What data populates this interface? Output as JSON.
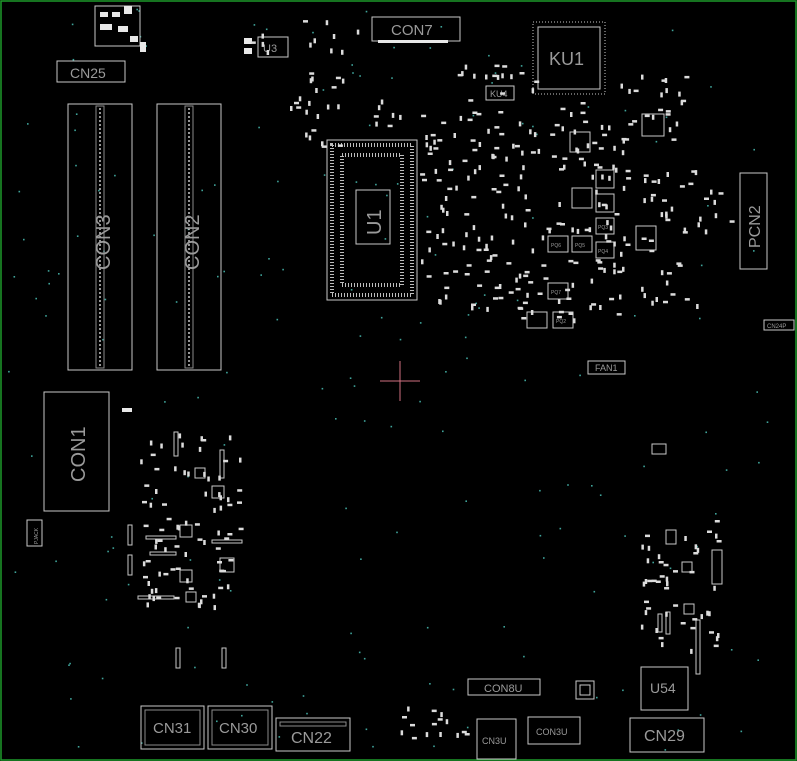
{
  "board": {
    "border_color": "#1e9a2a",
    "outline_color": "#c8c8c8",
    "label_color": "#9a9a9a",
    "via_color": "#3fa39a",
    "cursor_color": "#d07080"
  },
  "components": {
    "cn25": "CN25",
    "con7": "CON7",
    "u3": "U3",
    "ku1": "KU1",
    "ku4": "KU4",
    "con3": "CON3",
    "con2": "CON2",
    "u1": "U1",
    "pcn2": "PCN2",
    "cn24p": "CN24P",
    "fan1": "FAN1",
    "con1": "CON1",
    "pjack": "PJACK",
    "u54": "U54",
    "cn31": "CN31",
    "cn30": "CN30",
    "cn22": "CN22",
    "con8u": "CON8U",
    "cn3u": "CN3U",
    "con3u": "CON3U",
    "cn29": "CN29",
    "pq6": "PQ6",
    "pq5": "PQ5",
    "pq7": "PQ7",
    "pq4": "PQ4",
    "pq3": "PQ3",
    "pq2": "PQ2"
  }
}
